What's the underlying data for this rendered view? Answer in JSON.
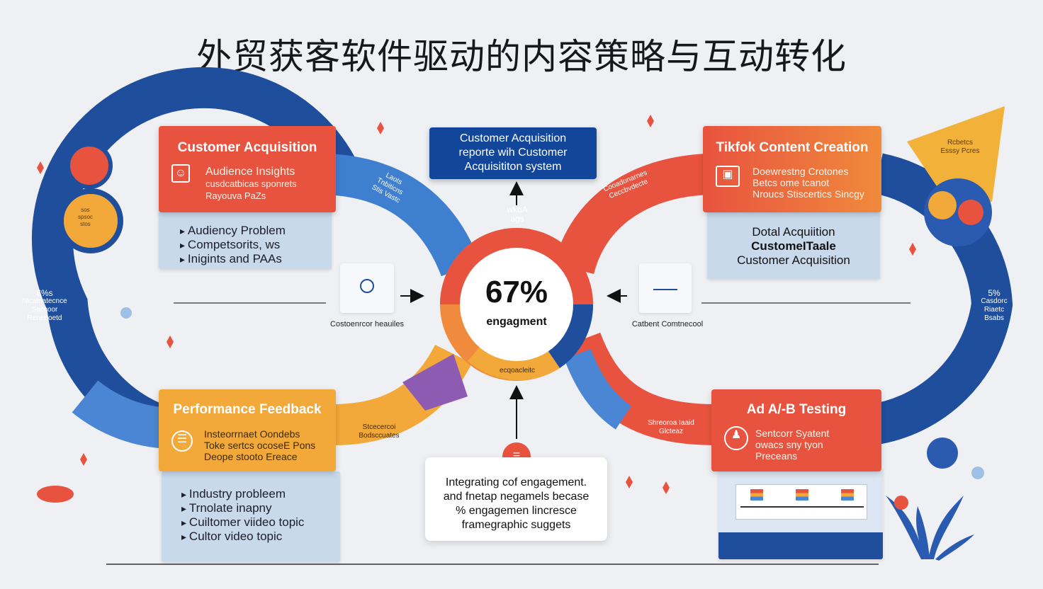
{
  "title": "外贸获客软件驱动的内容策略与互动转化",
  "top_box": {
    "lines": [
      "Customer Acquisition",
      "reporte wih Customer",
      "Acquisititon system"
    ]
  },
  "center": {
    "percent": "67%",
    "label": "engagment",
    "top_caption": [
      "wkdA",
      "ags"
    ],
    "bottom_caption": "ecqoacleitc"
  },
  "cards": {
    "acquisition": {
      "heading": "Customer Acquisition",
      "sub": [
        "Audience Insights",
        "cusdcatbicas sponrets",
        "Rayouva PaZs"
      ],
      "bullets": [
        "Audiency Problem",
        "Competsorits, ws",
        "Inigints and PAAs"
      ]
    },
    "tiktok": {
      "heading": "Tikfok Content Creation",
      "sub": [
        "Doewrestng Crotones",
        "Betcs ome tcanot",
        "Nroucs Stiscertics Sincgy"
      ],
      "body": [
        "Dotal Acquiition",
        "CustomeITaale",
        "Customer Acquisition"
      ]
    },
    "feedback": {
      "heading": "Performance Feedback",
      "sub": [
        "Insteorrnaet Oondebs",
        "Toke sertcs ocoseE Pons",
        "Deope stooto Ereace"
      ],
      "bullets": [
        "Industry probleem",
        "Trnolate inapny",
        "Cuiltomer viideo topic",
        "Cultor video topic"
      ]
    },
    "ab": {
      "heading": "Ad A/-B Testing",
      "sub": [
        "Sentcorr Syatent",
        "owacs sny tyon",
        "Preceans"
      ]
    }
  },
  "bottom_box": {
    "lines": [
      "Integrating cof engagement.",
      "and fnetap negamels becase",
      "% engagemen lincresce",
      "framegraphic suggets"
    ]
  },
  "captions": {
    "left_center": "Costoenrcor heauiles",
    "right_center": "Catbent Comtnecool",
    "left_side": [
      "6%s",
      "Nlcatnatecnce",
      "Saccoor",
      "Reneboetd"
    ],
    "right_side": [
      "5%",
      "Casdorc",
      "Riaetc",
      "Bsabs"
    ],
    "left_badge": [
      "sos",
      "spsoc",
      "stos"
    ],
    "ring_tl": [
      "Laots",
      "Tnbiticns",
      "Stis Vastc"
    ],
    "ring_tr": [
      "Cooadonarnes",
      "Ceccbvdecte"
    ],
    "ring_bl": [
      "Stcecercoi",
      "Bodsccuates"
    ],
    "ring_br": [
      "Shreoroa Iaaid",
      "Glcteaz"
    ],
    "flag": [
      "Rcbetcs",
      "Esssy Pcres"
    ]
  },
  "colors": {
    "blue": "#1f4f9c",
    "blue_light": "#4a86d4",
    "red": "#e8533f",
    "orange": "#f08a3c",
    "yellow": "#f2a93a",
    "purple": "#8e5bb3",
    "panel": "#c9d9ec",
    "navy_box": "#11469a"
  }
}
